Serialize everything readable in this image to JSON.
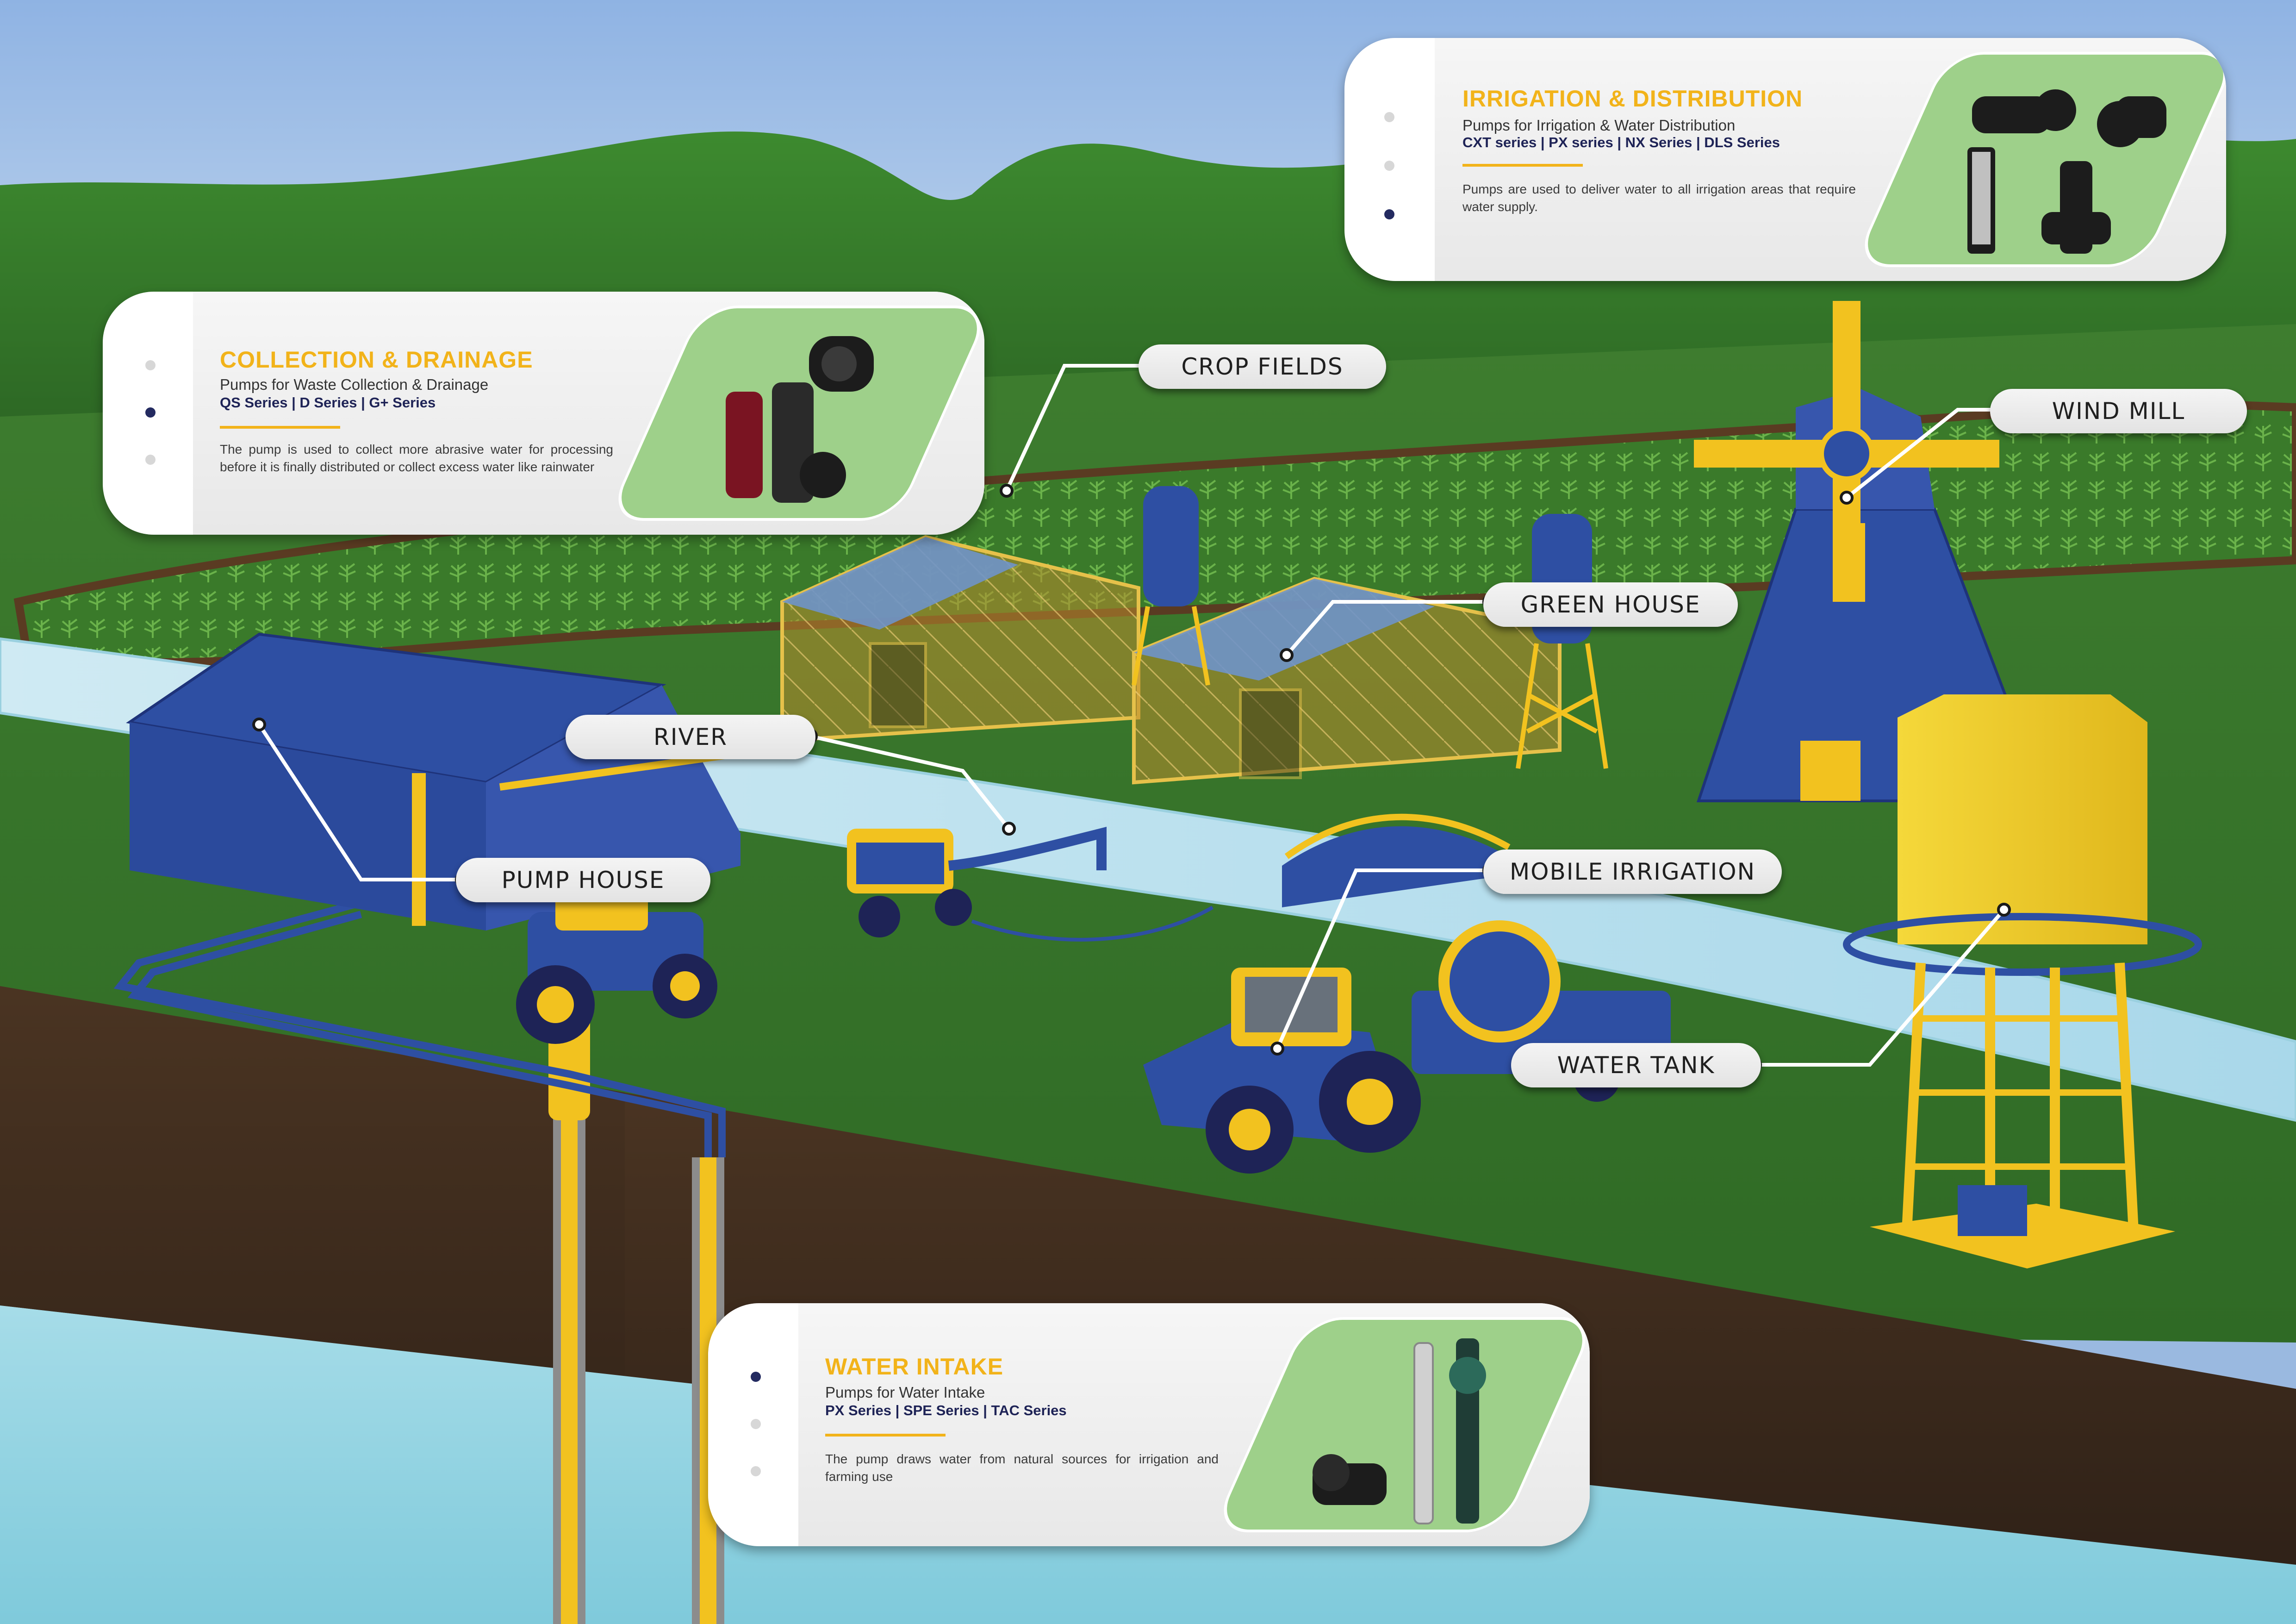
{
  "labels": {
    "crop_fields": "CROP FIELDS",
    "wind_mill": "WIND MILL",
    "green_house": "GREEN HOUSE",
    "river": "RIVER",
    "pump_house": "PUMP HOUSE",
    "mobile_irrigation": "MOBILE IRRIGATION",
    "water_tank": "WATER TANK"
  },
  "cards": {
    "irrigation": {
      "title": "IRRIGATION & DISTRIBUTION",
      "subtitle": "Pumps for Irrigation & Water Distribution",
      "series": "CXT series   |   PX series   |   NX Series   |   DLS Series",
      "description": "Pumps are used to deliver water to all irrigation areas that require water supply."
    },
    "collection": {
      "title": "COLLECTION & DRAINAGE",
      "subtitle": "Pumps for Waste Collection & Drainage",
      "series": "QS Series   |   D Series   |   G+ Series",
      "description": "The pump is used to collect more abrasive water for processing before it is finally distributed or collect excess water like rainwater"
    },
    "intake": {
      "title": "WATER INTAKE",
      "subtitle": "Pumps for Water Intake",
      "series": "PX Series   |   SPE Series   |   TAC Series",
      "description": "The pump draws water from natural sources for irrigation and farming use"
    }
  },
  "colors": {
    "accent_yellow": "#f2b31a",
    "navy": "#1e2356",
    "grass": "#3f7a2c",
    "sky": "#9ab9e0",
    "blue_structure": "#2e4fa3",
    "water": "#bfe3ee",
    "soil": "#3b2a1f"
  }
}
